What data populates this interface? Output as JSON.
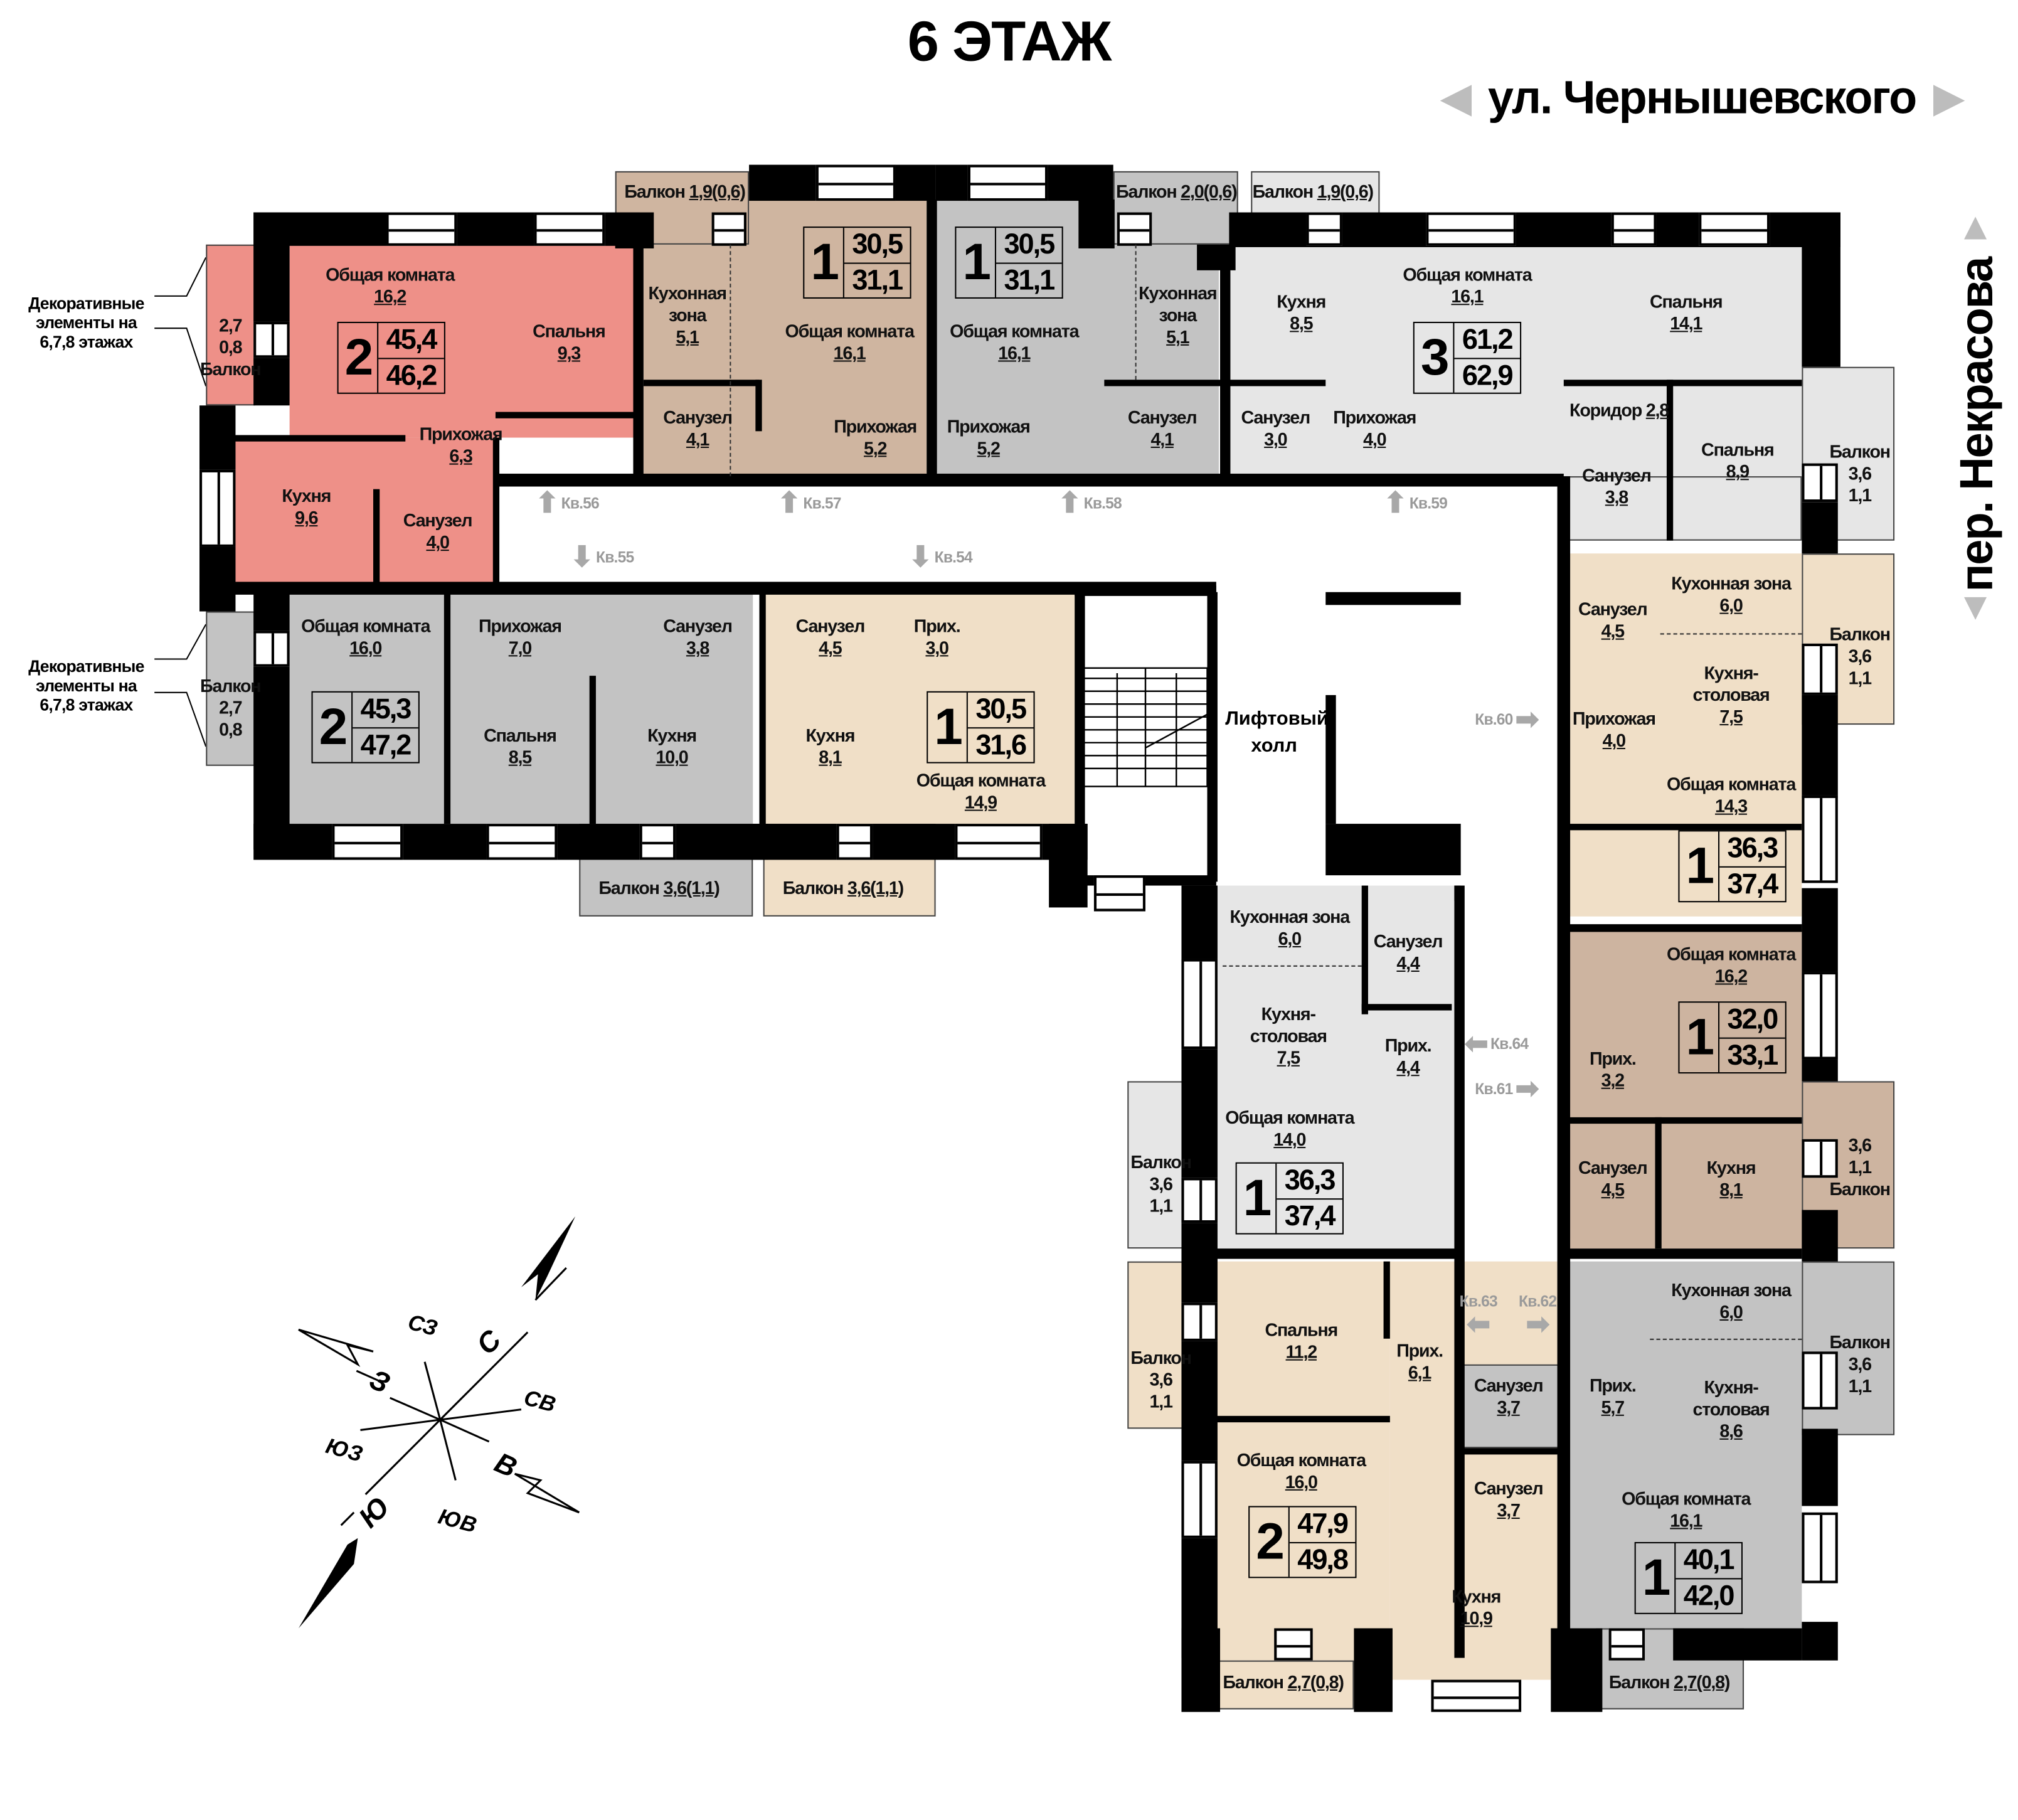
{
  "title": "6 ЭТАЖ",
  "streets": {
    "top": "ул. Чернышевского",
    "right": "пер. Некрасова"
  },
  "decorative_note": [
    "Декоративные",
    "элементы на",
    "6,7,8 этажах"
  ],
  "lift_hall": "Лифтовый холл",
  "compass": {
    "n": "С",
    "s": "Ю",
    "e": "В",
    "w": "З",
    "ne": "СВ",
    "nw": "СЗ",
    "se": "ЮВ",
    "sw": "ЮЗ"
  },
  "entries": [
    "Кв.56",
    "Кв.55",
    "Кв.57",
    "Кв.54",
    "Кв.58",
    "Кв.59",
    "Кв.60",
    "Кв.64",
    "Кв.61",
    "Кв.63",
    "Кв.62"
  ],
  "colors": {
    "red": "#ee9088",
    "tan": "#cfb5a0",
    "grey": "#c3c3c3",
    "light_grey": "#e6e6e6",
    "beige": "#f0dfc7",
    "brown": "#cdb4a0",
    "wall": "#000000",
    "arrow": "#a8a8a8"
  },
  "apartments": [
    {
      "rooms_count": "2",
      "living_area": "45,4",
      "total_area": "46,2",
      "color": "#ee9088",
      "rooms": [
        {
          "name": "Общая комната",
          "area": "16,2"
        },
        {
          "name": "Спальня",
          "area": "9,3"
        },
        {
          "name": "Прихожая",
          "area": "6,3"
        },
        {
          "name": "Кухня",
          "area": "9,6"
        },
        {
          "name": "Санузел",
          "area": "4,0"
        },
        {
          "name": "Балкон",
          "area": "2,7",
          "extra": "0,8"
        }
      ]
    },
    {
      "rooms_count": "1",
      "living_area": "30,5",
      "total_area": "31,1",
      "color": "#cfb5a0",
      "rooms": [
        {
          "name": "Кухонная зона",
          "area": "5,1"
        },
        {
          "name": "Общая комната",
          "area": "16,1"
        },
        {
          "name": "Санузел",
          "area": "4,1"
        },
        {
          "name": "Прихожая",
          "area": "5,2"
        },
        {
          "name": "Балкон",
          "area": "1,9(0,6)"
        }
      ]
    },
    {
      "rooms_count": "1",
      "living_area": "30,5",
      "total_area": "31,1",
      "color": "#c3c3c3",
      "rooms": [
        {
          "name": "Общая комната",
          "area": "16,1"
        },
        {
          "name": "Кухонная зона",
          "area": "5,1"
        },
        {
          "name": "Прихожая",
          "area": "5,2"
        },
        {
          "name": "Санузел",
          "area": "4,1"
        },
        {
          "name": "Балкон",
          "area": "2,0(0,6)"
        }
      ]
    },
    {
      "rooms_count": "3",
      "living_area": "61,2",
      "total_area": "62,9",
      "color": "#e6e6e6",
      "rooms": [
        {
          "name": "Кухня",
          "area": "8,5"
        },
        {
          "name": "Общая комната",
          "area": "16,1"
        },
        {
          "name": "Спальня",
          "area": "14,1"
        },
        {
          "name": "Санузел",
          "area": "3,0"
        },
        {
          "name": "Прихожая",
          "area": "4,0"
        },
        {
          "name": "Коридор",
          "area": "2,8"
        },
        {
          "name": "Санузел",
          "area": "3,8"
        },
        {
          "name": "Спальня",
          "area": "8,9"
        },
        {
          "name": "Балкон",
          "area": "3,6",
          "extra": "1,1"
        },
        {
          "name": "Балкон",
          "area": "1,9(0,6)"
        }
      ]
    },
    {
      "rooms_count": "2",
      "living_area": "45,3",
      "total_area": "47,2",
      "color": "#c3c3c3",
      "rooms": [
        {
          "name": "Общая комната",
          "area": "16,0"
        },
        {
          "name": "Прихожая",
          "area": "7,0"
        },
        {
          "name": "Санузел",
          "area": "3,8"
        },
        {
          "name": "Спальня",
          "area": "8,5"
        },
        {
          "name": "Кухня",
          "area": "10,0"
        },
        {
          "name": "Балкон",
          "area": "2,7",
          "extra": "0,8"
        },
        {
          "name": "Балкон",
          "area": "3,6(1,1)"
        }
      ]
    },
    {
      "rooms_count": "1",
      "living_area": "30,5",
      "total_area": "31,6",
      "color": "#f0dfc7",
      "rooms": [
        {
          "name": "Санузел",
          "area": "4,5"
        },
        {
          "name": "Прих.",
          "area": "3,0"
        },
        {
          "name": "Кухня",
          "area": "8,1"
        },
        {
          "name": "Общая комната",
          "area": "14,9"
        },
        {
          "name": "Балкон",
          "area": "3,6(1,1)"
        }
      ]
    },
    {
      "rooms_count": "1",
      "living_area": "36,3",
      "total_area": "37,4",
      "color": "#f0dfc7",
      "rooms": [
        {
          "name": "Санузел",
          "area": "4,5"
        },
        {
          "name": "Кухонная зона",
          "area": "6,0"
        },
        {
          "name": "Кухня-столовая",
          "area": "7,5"
        },
        {
          "name": "Прихожая",
          "area": "4,0"
        },
        {
          "name": "Общая комната",
          "area": "14,3"
        },
        {
          "name": "Балкон",
          "area": "3,6",
          "extra": "1,1"
        }
      ]
    },
    {
      "rooms_count": "1",
      "living_area": "32,0",
      "total_area": "33,1",
      "color": "#cdb4a0",
      "rooms": [
        {
          "name": "Общая комната",
          "area": "16,2"
        },
        {
          "name": "Прих.",
          "area": "3,2"
        },
        {
          "name": "Санузел",
          "area": "4,5"
        },
        {
          "name": "Кухня",
          "area": "8,1"
        },
        {
          "name": "Балкон",
          "area": "3,6",
          "extra": "1,1"
        }
      ]
    },
    {
      "rooms_count": "1",
      "living_area": "36,3",
      "total_area": "37,4",
      "color": "#e6e6e6",
      "rooms": [
        {
          "name": "Кухонная зона",
          "area": "6,0"
        },
        {
          "name": "Санузел",
          "area": "4,4"
        },
        {
          "name": "Кухня-столовая",
          "area": "7,5"
        },
        {
          "name": "Прих.",
          "area": "4,4"
        },
        {
          "name": "Общая комната",
          "area": "14,0"
        },
        {
          "name": "Балкон",
          "area": "3,6",
          "extra": "1,1"
        }
      ]
    },
    {
      "rooms_count": "2",
      "living_area": "47,9",
      "total_area": "49,8",
      "color": "#f0dfc7",
      "rooms": [
        {
          "name": "Спальня",
          "area": "11,2"
        },
        {
          "name": "Прих.",
          "area": "6,1"
        },
        {
          "name": "Санузел",
          "area": "3,7"
        },
        {
          "name": "Общая комната",
          "area": "16,0"
        },
        {
          "name": "Кухня",
          "area": "10,9"
        },
        {
          "name": "Балкон",
          "area": "3,6",
          "extra": "1,1"
        },
        {
          "name": "Балкон",
          "area": "2,7(0,8)"
        }
      ]
    },
    {
      "rooms_count": "1",
      "living_area": "40,1",
      "total_area": "42,0",
      "color": "#c3c3c3",
      "rooms": [
        {
          "name": "Санузел",
          "area": "3,7"
        },
        {
          "name": "Прих.",
          "area": "5,7"
        },
        {
          "name": "Кухонная зона",
          "area": "6,0"
        },
        {
          "name": "Кухня-столовая",
          "area": "8,6"
        },
        {
          "name": "Общая комната",
          "area": "16,1"
        },
        {
          "name": "Балкон",
          "area": "3,6",
          "extra": "1,1"
        },
        {
          "name": "Балкон",
          "area": "2,7(0,8)"
        }
      ]
    }
  ]
}
